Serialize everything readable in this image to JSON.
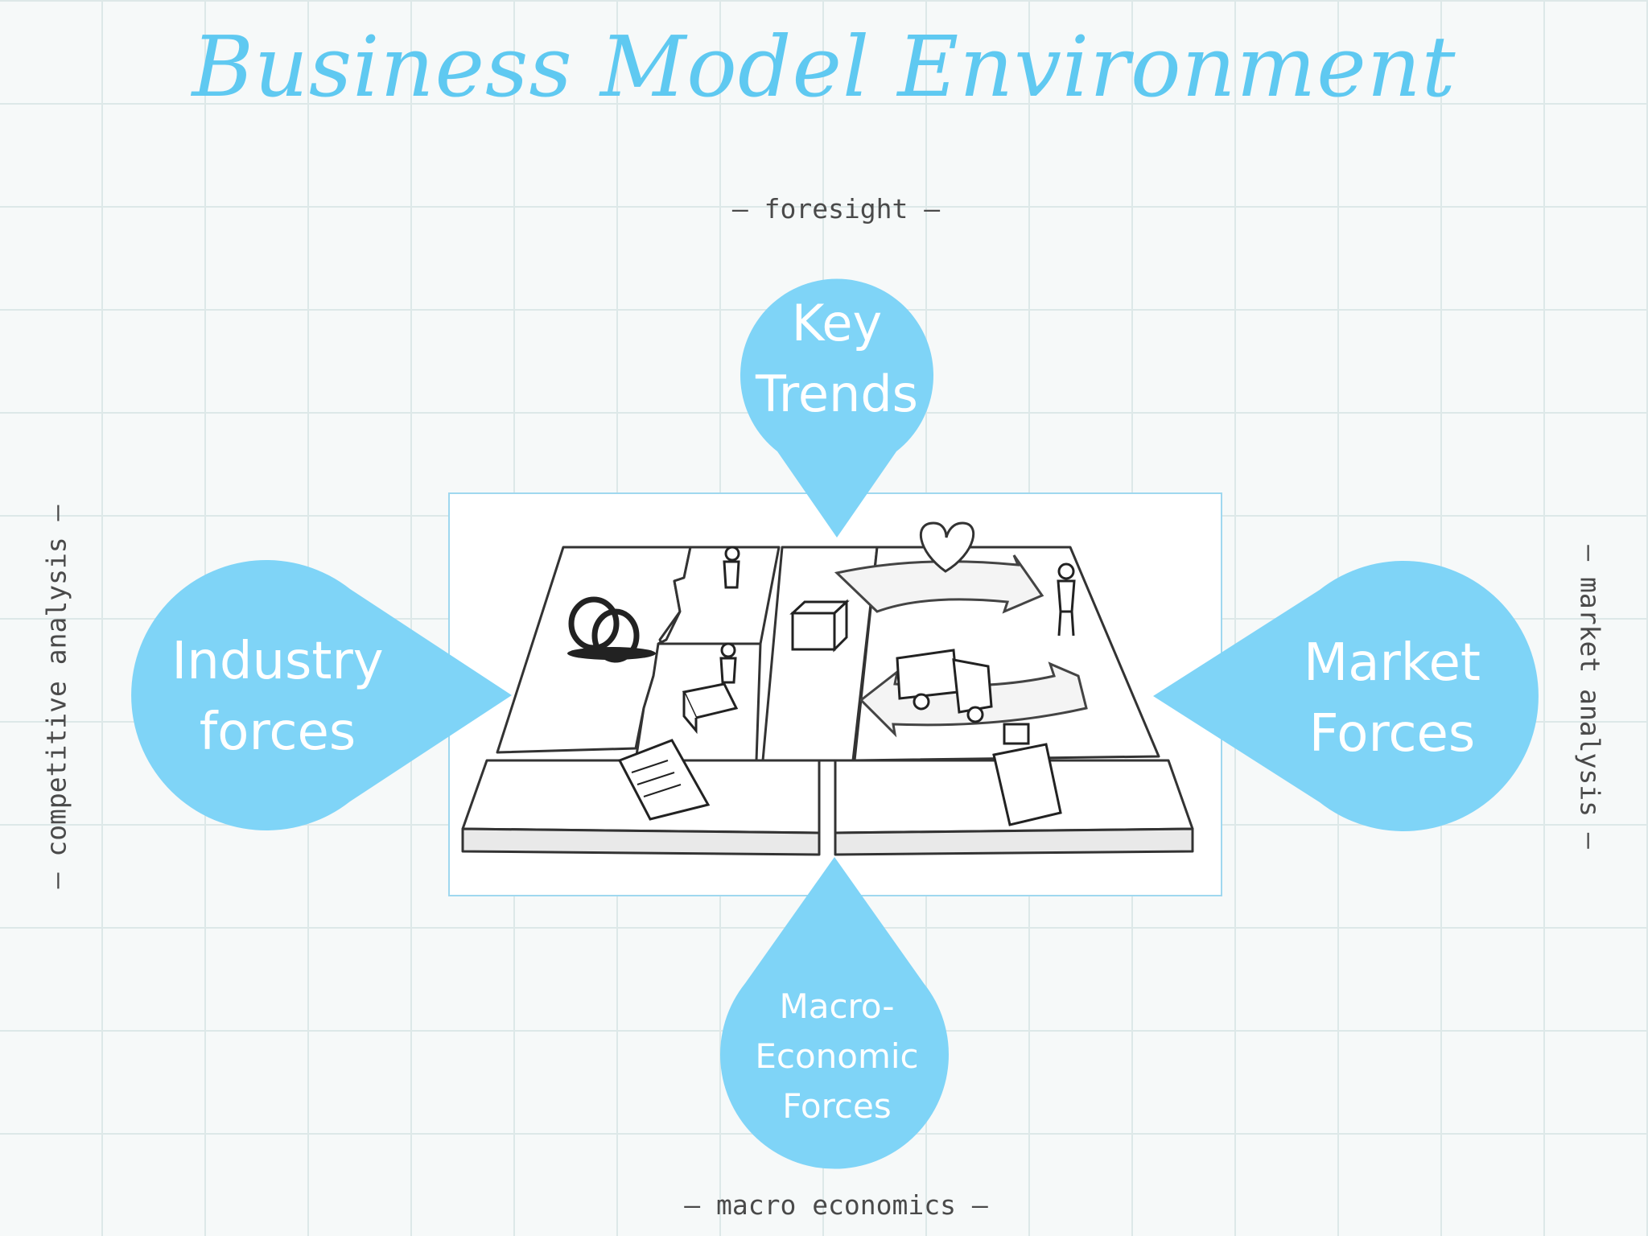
{
  "title": "Business Model Environment",
  "labels": {
    "top": "– foresight –",
    "bottom": "– macro economics –",
    "left": "– competitive analysis –",
    "right": "– market analysis –"
  },
  "drops": {
    "top": [
      "Key",
      "Trends"
    ],
    "left": [
      "Industry",
      "forces"
    ],
    "right": [
      "Market",
      "Forces"
    ],
    "bottom": [
      "Macro-",
      "Economic",
      "Forces"
    ]
  },
  "colors": {
    "accent": "#5fc9f1",
    "drop_fill": "#7fd4f7",
    "frame_border": "#9fd8ef"
  }
}
